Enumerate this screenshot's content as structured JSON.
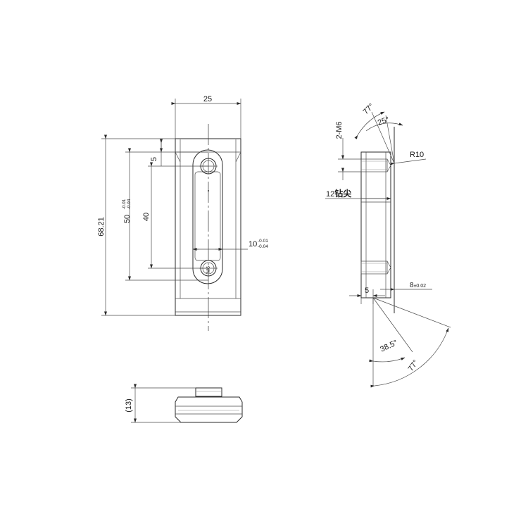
{
  "drawing": {
    "dimensions": {
      "width_top": "25",
      "overall_height": "68.21",
      "hole_spacing_main": "50",
      "hole_spacing_tol_upper": "-0.01",
      "hole_spacing_tol_lower": "-0.04",
      "slot_length": "40",
      "slot_end_offset": "5",
      "slot_width": "10",
      "slot_width_tol_upper": "-0.01",
      "slot_width_tol_lower": "-0.04",
      "thread_callout": "2-M6",
      "drill_depth_main": "12",
      "drill_depth_suffix": "钻尖",
      "radius": "R10",
      "step_width": "5",
      "thickness": "8",
      "thickness_tol": "±0.02",
      "bottom_height": "(13)",
      "hole_label": "M6"
    },
    "angles": {
      "top_outer": "77°",
      "top_inner": "25°",
      "bottom_inner": "38.5°",
      "bottom_outer": "77°"
    }
  }
}
